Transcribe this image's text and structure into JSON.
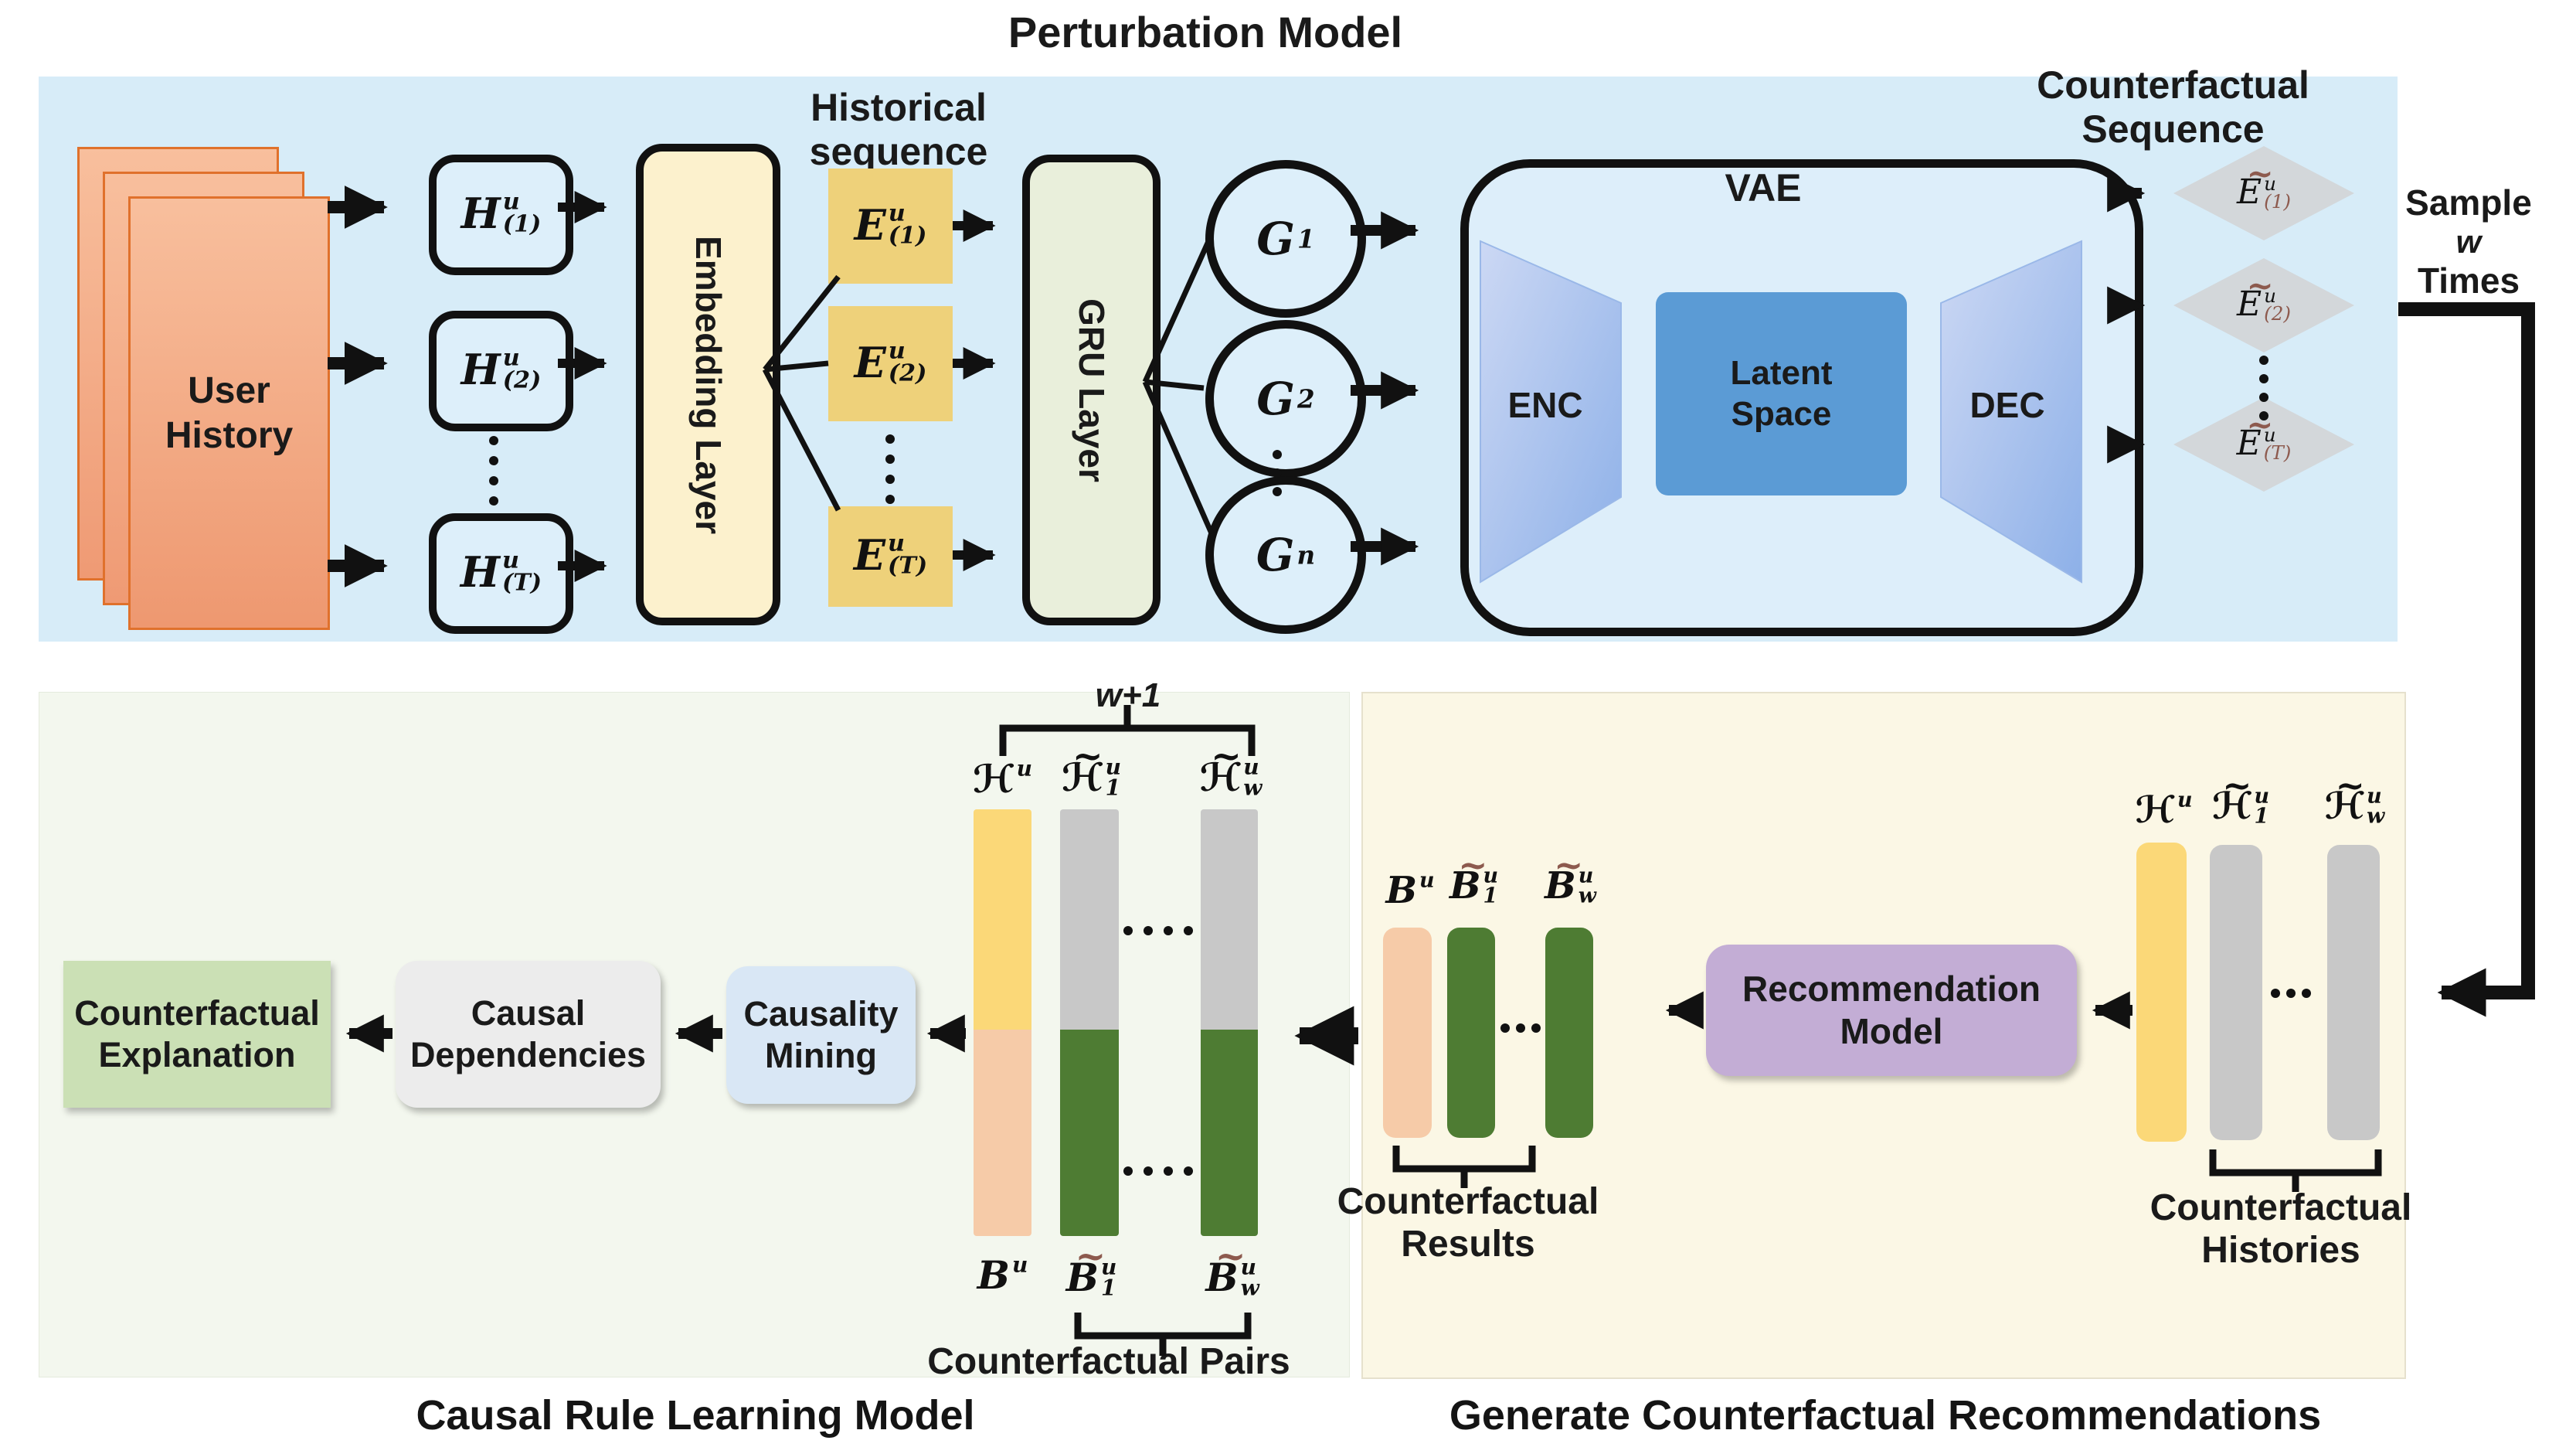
{
  "title": "Perturbation Model",
  "colors": {
    "top_panel_bg": "#d7ecf8",
    "causal_panel_bg": "#f3f7ee",
    "generate_panel_bg": "#fbf7e5",
    "user_history_fill": "#f2a77f",
    "embedding_fill": "#fcf1cd",
    "e_box_fill": "#eed17a",
    "gru_fill": "#e9efdb",
    "latent_fill": "#5b9bd5",
    "diamond_fill": "#d3d7da",
    "yellow_bar": "#fbd878",
    "peach_bar": "#f6cba8",
    "gray_bar": "#c8c8c8",
    "green_bar": "#4e7c33",
    "purple_fill": "#c3add5",
    "explanation_fill": "#cbe0b5",
    "dependencies_fill": "#ececec",
    "mining_fill": "#d9e7f5",
    "accent_maroon": "#8d5a4e"
  },
  "top_panel": {
    "historical_label": "Historical sequence",
    "counterfactual_label": "Counterfactual Sequence",
    "user_history_label": "User History",
    "embedding_label": "Embedding Layer",
    "gru_label": "GRU Layer",
    "vae_label": "VAE",
    "enc_label": "ENC",
    "dec_label": "DEC",
    "latent_label": "Latent Space",
    "h_boxes": [
      {
        "base": "H",
        "sup": "u",
        "sub": "(1)"
      },
      {
        "base": "H",
        "sup": "u",
        "sub": "(2)"
      },
      {
        "base": "H",
        "sup": "u",
        "sub": "(T)"
      }
    ],
    "e_boxes": [
      {
        "base": "E",
        "sup": "u",
        "sub": "(1)"
      },
      {
        "base": "E",
        "sup": "u",
        "sub": "(2)"
      },
      {
        "base": "E",
        "sup": "u",
        "sub": "(T)"
      }
    ],
    "g_nodes": [
      {
        "base": "G",
        "sub": "1"
      },
      {
        "base": "G",
        "sub": "2"
      },
      {
        "base": "G",
        "sub": "n"
      }
    ],
    "diamonds": [
      {
        "tilde": "~",
        "base": "E",
        "sup": "u",
        "sub": "(1)"
      },
      {
        "tilde": "~",
        "base": "E",
        "sup": "u",
        "sub": "(2)"
      },
      {
        "tilde": "~",
        "base": "E",
        "sup": "u",
        "sub": "(T)"
      }
    ],
    "sample_note": {
      "line1": "Sample",
      "line2": "w",
      "line3": "Times"
    }
  },
  "causal_panel": {
    "caption": "Causal Rule Learning Model",
    "explanation_box": {
      "line1": "Counterfactual",
      "line2": "Explanation"
    },
    "dependencies_box": {
      "line1": "Causal",
      "line2": "Dependencies"
    },
    "mining_box": {
      "line1": "Causality",
      "line2": "Mining"
    },
    "group_size_label": "w+1",
    "history_labels": [
      {
        "tilde": "",
        "base": "ℋ",
        "sup": "u",
        "sub": ""
      },
      {
        "tilde": "~",
        "base": "ℋ",
        "sup": "u",
        "sub": "1"
      },
      {
        "tilde": "~",
        "base": "ℋ",
        "sup": "u",
        "sub": "w"
      }
    ],
    "result_labels": [
      {
        "tilde": "",
        "base": "B",
        "sup": "u",
        "sub": ""
      },
      {
        "tilde": "~",
        "base": "B",
        "sup": "u",
        "sub": "1"
      },
      {
        "tilde": "~",
        "base": "B",
        "sup": "u",
        "sub": "w"
      }
    ],
    "pairs_label": "Counterfactual Pairs"
  },
  "generate_panel": {
    "caption": "Generate Counterfactual Recommendations",
    "result_labels": [
      {
        "tilde": "",
        "base": "B",
        "sup": "u",
        "sub": ""
      },
      {
        "tilde": "~",
        "base": "B",
        "sup": "u",
        "sub": "1"
      },
      {
        "tilde": "~",
        "base": "B",
        "sup": "u",
        "sub": "w"
      }
    ],
    "results_brace_label": {
      "line1": "Counterfactual",
      "line2": "Results"
    },
    "rec_model_box": {
      "line1": "Recommendation",
      "line2": "Model"
    },
    "history_labels": [
      {
        "tilde": "",
        "base": "ℋ",
        "sup": "u",
        "sub": ""
      },
      {
        "tilde": "~",
        "base": "ℋ",
        "sup": "u",
        "sub": "1"
      },
      {
        "tilde": "~",
        "base": "ℋ",
        "sup": "u",
        "sub": "w"
      }
    ],
    "histories_brace_label": {
      "line1": "Counterfactual",
      "line2": "Histories"
    }
  }
}
